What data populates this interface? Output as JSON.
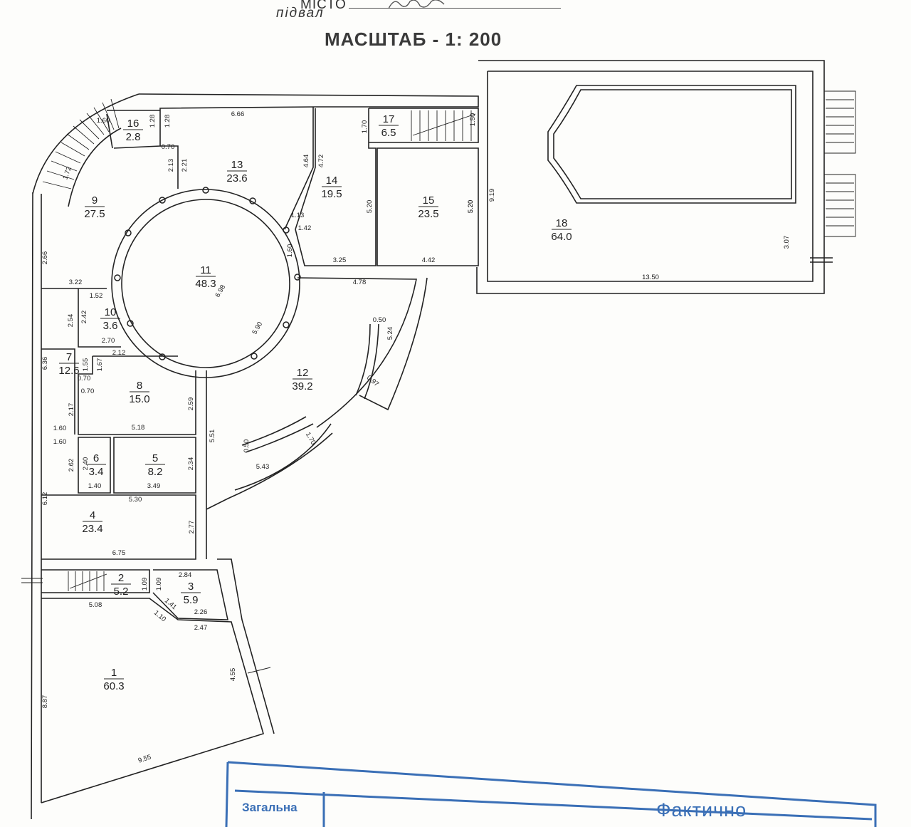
{
  "header": {
    "city_label": "МІСТО",
    "floor_label": "підвал",
    "scale_label": "МАСШТАБ - 1: 200"
  },
  "stamp": {
    "general_label": "Загальна",
    "actual_label": "Фактично",
    "color": "#3a6fb6"
  },
  "rooms": [
    {
      "id": "room-1",
      "number": "1",
      "area": "60.3"
    },
    {
      "id": "room-2",
      "number": "2",
      "area": "5.2"
    },
    {
      "id": "room-3",
      "number": "3",
      "area": "5.9"
    },
    {
      "id": "room-4",
      "number": "4",
      "area": "23.4"
    },
    {
      "id": "room-5",
      "number": "5",
      "area": "8.2"
    },
    {
      "id": "room-6",
      "number": "6",
      "area": "3.4"
    },
    {
      "id": "room-7",
      "number": "7",
      "area": "12.6"
    },
    {
      "id": "room-8",
      "number": "8",
      "area": "15.0"
    },
    {
      "id": "room-9",
      "number": "9",
      "area": "27.5"
    },
    {
      "id": "room-10",
      "number": "10",
      "area": "3.6"
    },
    {
      "id": "room-11",
      "number": "11",
      "area": "48.3"
    },
    {
      "id": "room-12",
      "number": "12",
      "area": "39.2"
    },
    {
      "id": "room-13",
      "number": "13",
      "area": "23.6"
    },
    {
      "id": "room-14",
      "number": "14",
      "area": "19.5"
    },
    {
      "id": "room-15",
      "number": "15",
      "area": "23.5"
    },
    {
      "id": "room-16",
      "number": "16",
      "area": "2.8"
    },
    {
      "id": "room-17",
      "number": "17",
      "area": "6.5"
    },
    {
      "id": "room-18",
      "number": "18",
      "area": "64.0"
    }
  ],
  "dimensions": [
    "1.60",
    "1.28",
    "1.28",
    "6.66",
    "0.70",
    "2.13",
    "2.21",
    "4.64",
    "4.72",
    "1.70",
    "1.50",
    "9.19",
    "5.20",
    "5.20",
    "5.20",
    "1.13",
    "1.42",
    "1.60",
    "3.25",
    "4.42",
    "4.78",
    "3.07",
    "13.50",
    "3.22",
    "1.52",
    "2.54",
    "2.42",
    "6.98",
    "5.90",
    "2.70",
    "2.12",
    "6.36",
    "1.55",
    "1.67",
    "0.70",
    "0.70",
    "2.17",
    "2.59",
    "1.60",
    "5.18",
    "1.60",
    "2.62",
    "2.40",
    "2.34",
    "5.51",
    "1.40",
    "3.49",
    "6.12",
    "5.30",
    "2.77",
    "6.75",
    "2.84",
    "1.09",
    "1.09",
    "1.41",
    "2.26",
    "5.08",
    "1.10",
    "2.47",
    "4.55",
    "8.87",
    "9.55",
    "0.50",
    "5.24",
    "0.97",
    "0.50",
    "1.70",
    "5.43",
    "2.66",
    "1.72"
  ]
}
